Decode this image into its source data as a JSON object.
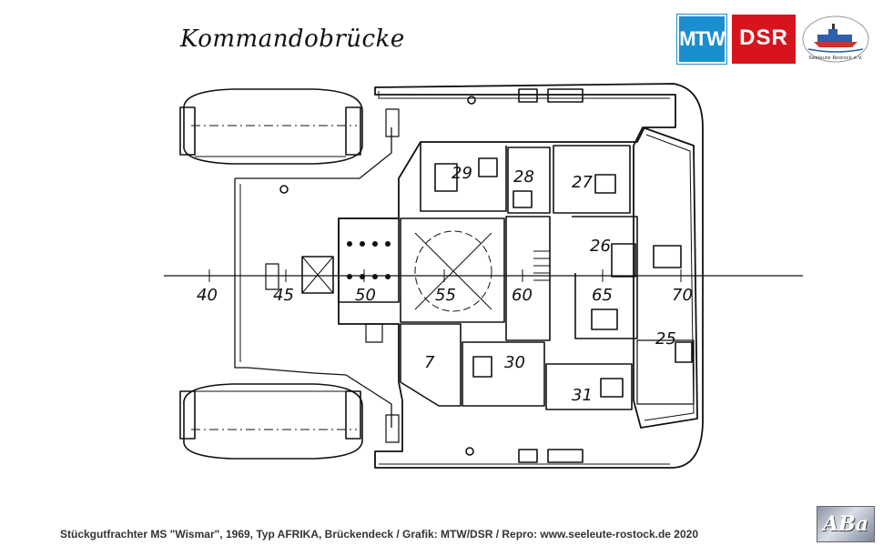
{
  "title": "Kommandobrücke",
  "logos": {
    "mtw": "MTW",
    "dsr": "DSR",
    "rostock": "Seeleute Rostock e.V."
  },
  "frame_numbers": [
    "40",
    "45",
    "50",
    "55",
    "60",
    "65",
    "70"
  ],
  "room_numbers": [
    "29",
    "28",
    "27",
    "26",
    "25",
    "7",
    "30",
    "31"
  ],
  "caption": "Stückgutfrachter MS \"Wismar\", 1969, Typ AFRIKA, Brückendeck / Grafik: MTW/DSR / Repro: www.seeleute-rostock.de 2020",
  "signature": "ABa",
  "colors": {
    "mtw_blue": "#1a8fd0",
    "dsr_red": "#d7141e",
    "line": "#111111"
  }
}
